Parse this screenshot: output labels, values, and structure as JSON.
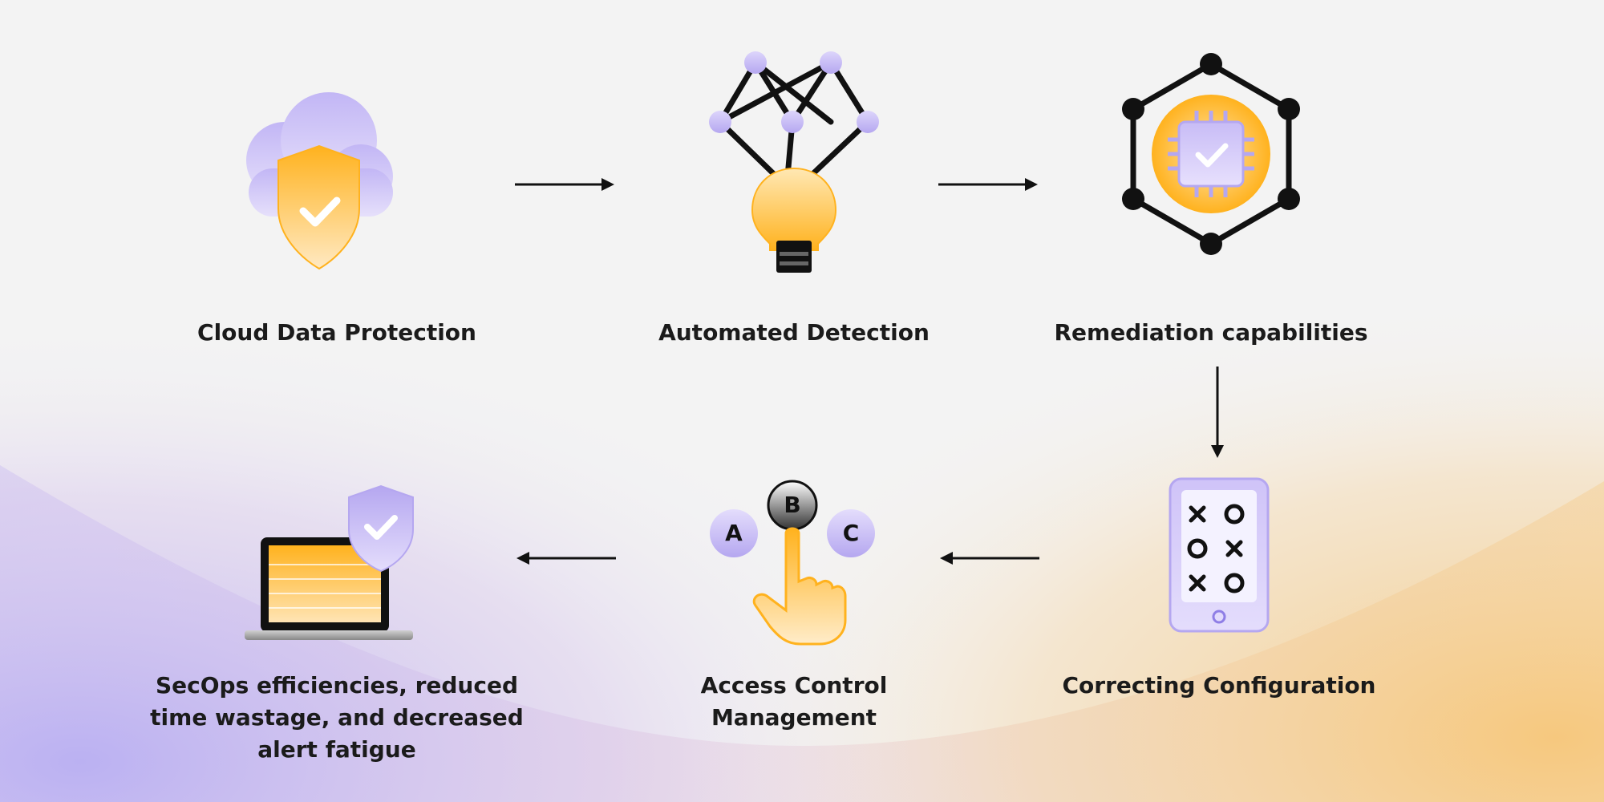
{
  "steps": [
    {
      "id": "cloud-data-protection",
      "label": "Cloud Data Protection"
    },
    {
      "id": "automated-detection",
      "label": "Automated Detection"
    },
    {
      "id": "remediation-capabilities",
      "label": "Remediation capabilities"
    },
    {
      "id": "correcting-configuration",
      "label": "Correcting Configuration"
    },
    {
      "id": "access-control-management",
      "label_line1": "Access Control",
      "label_line2": "Management"
    },
    {
      "id": "secops-efficiencies",
      "label_line1": "SecOps efficiencies, reduced",
      "label_line2": "time wastage, and decreased",
      "label_line3": "alert fatigue"
    }
  ],
  "abc_letters": {
    "a": "A",
    "b": "B",
    "c": "C"
  },
  "flow_order": [
    "cloud-data-protection",
    "automated-detection",
    "remediation-capabilities",
    "correcting-configuration",
    "access-control-management",
    "secops-efficiencies"
  ],
  "colors": {
    "background": "#f3f3f3",
    "accent_orange": "#ffb21e",
    "accent_purple": "#c9bdf7",
    "text": "#1b1b1b"
  }
}
